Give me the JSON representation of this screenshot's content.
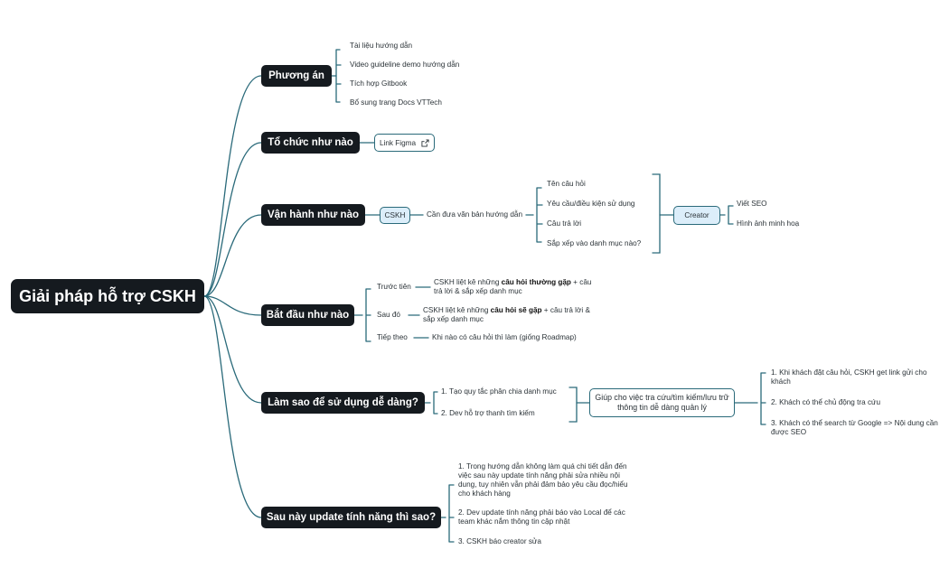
{
  "root": "Giải pháp hỗ trợ CSKH",
  "phuong_an": {
    "label": "Phương án",
    "items": [
      "Tài liệu hướng dẫn",
      "Video guideline demo hướng dẫn",
      "Tích hợp Gitbook",
      "Bổ sung trang Docs VTTech"
    ]
  },
  "to_chuc": {
    "label": "Tổ chức như nào",
    "link": "Link Figma",
    "link_icon": "external-link-icon"
  },
  "van_hanh": {
    "label": "Vận hành như nào",
    "cskh": "CSKH",
    "can_dua": "Cần đưa văn bản hướng dẫn",
    "items": [
      "Tên câu hỏi",
      "Yêu cầu/điều kiện sử dụng",
      "Câu trả lời",
      "Sắp xếp vào danh mục nào?"
    ],
    "creator": "Creator",
    "creator_items": [
      "Viết SEO",
      "Hình ảnh minh hoạ"
    ]
  },
  "bat_dau": {
    "label": "Bắt đầu như nào",
    "steps": [
      {
        "label": "Trước tiên",
        "pre": "CSKH liệt kê những ",
        "bold": "câu hỏi thường gặp",
        "post": " + câu trả lời & sắp xếp danh mục"
      },
      {
        "label": "Sau đó",
        "pre": "CSKH liệt kê những ",
        "bold": "câu hỏi sẽ gặp",
        "post": " + câu trả lời & sắp xếp danh mục"
      },
      {
        "label": "Tiếp theo",
        "text": "Khi nào có câu hỏi thì làm (giống Roadmap)"
      }
    ]
  },
  "lam_sao": {
    "label": "Làm sao để sử dụng dễ dàng?",
    "items": [
      "1. Tạo quy tắc phân chia danh mục",
      "2. Dev hỗ trợ thanh tìm kiếm"
    ],
    "center_line1": "Giúp cho việc tra cứu/tìm kiếm/lưu trữ",
    "center_line2": "thông tin dễ dàng quản lý",
    "results": [
      "1. Khi khách đặt câu hỏi, CSKH get link gửi cho khách",
      "2. Khách có thể chủ động tra cứu",
      "3. Khách có thể search từ Google => Nội dung cần được SEO"
    ]
  },
  "sau_nay": {
    "label": "Sau này update tính năng thì sao?",
    "items": [
      "1. Trong hướng dẫn không làm quá chi tiết dẫn đến việc sau này update tính năng phải sửa nhiều nội dung, tuy nhiên vẫn phải đảm bảo yêu cầu đọc/hiểu cho khách hàng",
      "2. Dev update tính năng phải báo vào Local để các team khác nắm thông tin cập nhật",
      "3. CSKH báo creator sửa"
    ]
  },
  "colors": {
    "node": "#151a1f",
    "edge": "#2a6a7a",
    "highlight": "#dceefa"
  }
}
